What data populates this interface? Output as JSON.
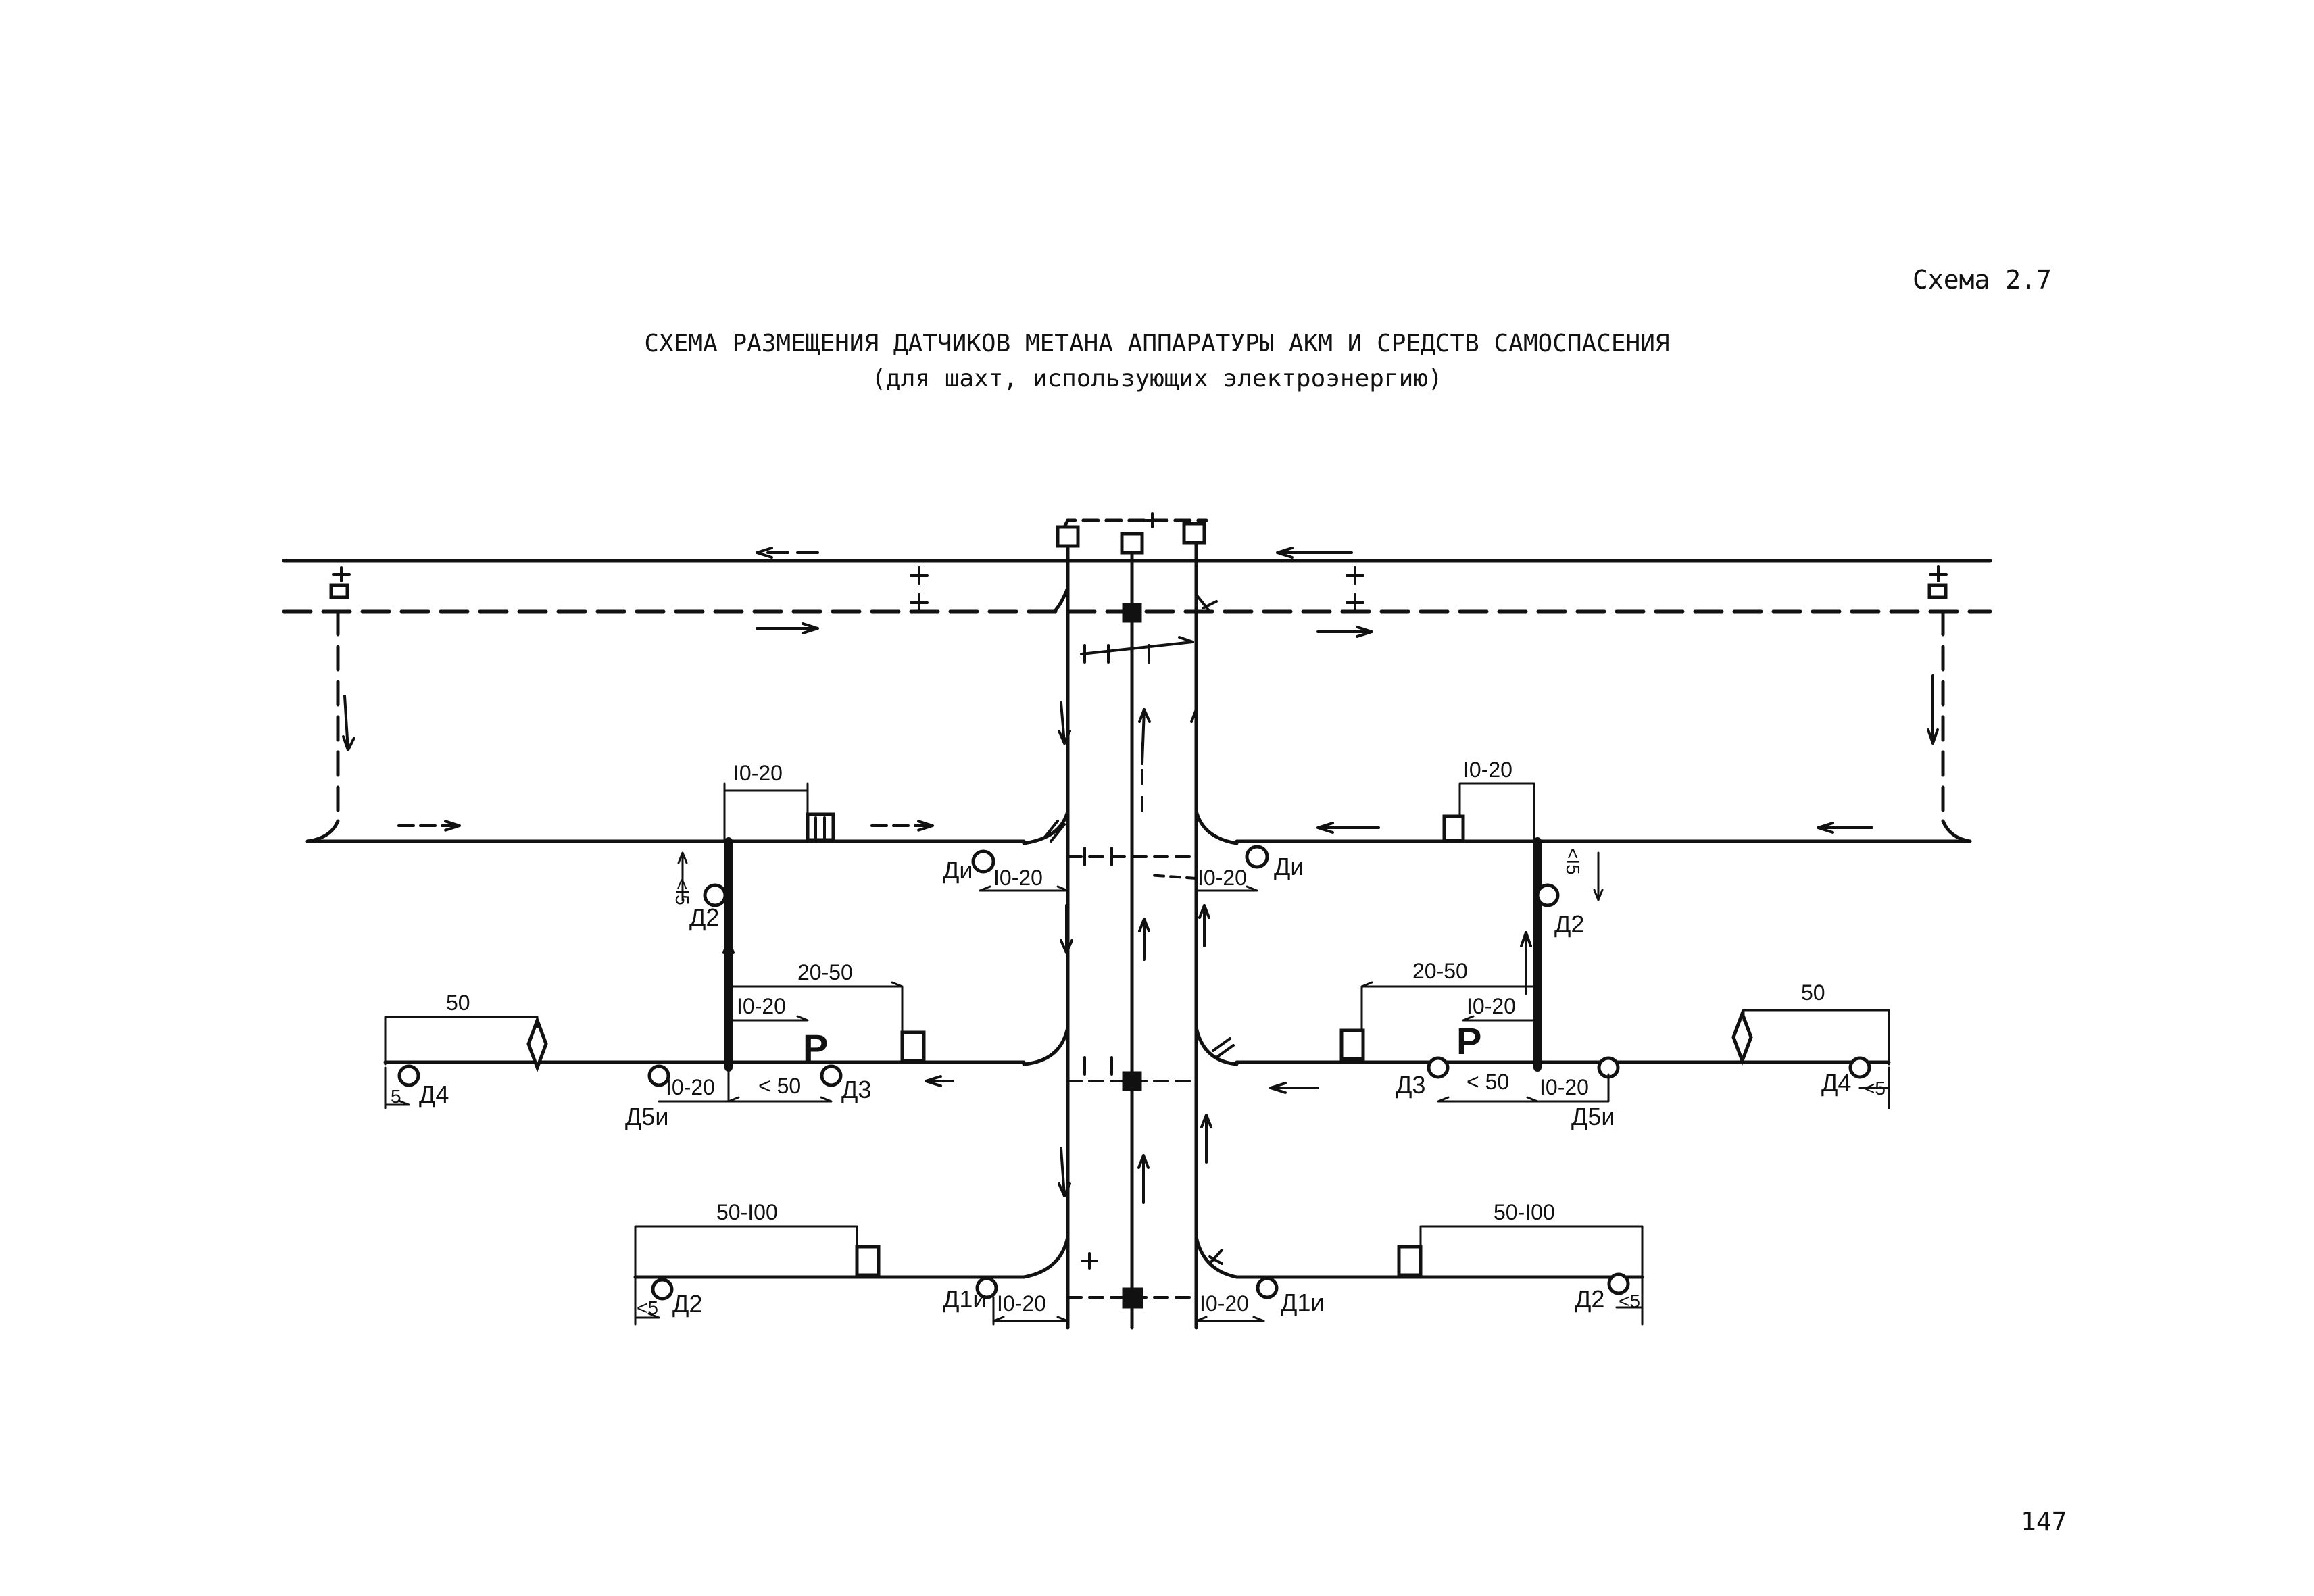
{
  "header": {
    "scheme_label": "Схема 2.7",
    "title": "СХЕМА РАЗМЕЩЕНИЯ ДАТЧИКОВ МЕТАНА АППАРАТУРЫ АКМ И СРЕДСТВ САМОСПАСЕНИЯ",
    "subtitle": "(для шахт, использующих электроэнергию)"
  },
  "page_number": "147",
  "dimensions": {
    "top_left_10_20": "I0-20",
    "top_right_10_20": "I0-20",
    "left_lt15": "<I5",
    "right_lt15": "<I5",
    "center_left_10_20": "I0-20",
    "center_right_10_20": "I0-20",
    "mid_left_20_50": "20-50",
    "mid_left_10_20": "I0-20",
    "mid_right_20_50": "20-50",
    "mid_right_10_20": "I0-20",
    "left_50": "50",
    "right_50": "50",
    "left_bottom_10_20": "I0-20",
    "left_lt50": "< 50",
    "right_lt50": "< 50",
    "right_bottom_10_20": "I0-20",
    "left_5": "5",
    "right_lt5": "<5",
    "bottom_left_50_100": "50-I00",
    "bottom_right_50_100": "50-I00",
    "bottom_left_lt5": "<5",
    "bottom_right_lt5": "<5",
    "bottom_center_left_10_20": "I0-20",
    "bottom_center_right_10_20": "I0-20"
  },
  "sensors": {
    "d_i_left": "Ди",
    "d_i_right": "Ди",
    "d2_upper_left": "Д2",
    "d2_upper_right": "Д2",
    "d4_left": "Д4",
    "d4_right": "Д4",
    "d5i_left": "Д5и",
    "d5i_right": "Д5и",
    "d3_left": "Д3",
    "d3_right": "Д3",
    "d2_lower_left": "Д2",
    "d2_lower_right": "Д2",
    "d1i_left": "Д1и",
    "d1i_right": "Д1и"
  },
  "symbols": {
    "self_rescuer_left": "Р",
    "self_rescuer_right": "Р"
  }
}
